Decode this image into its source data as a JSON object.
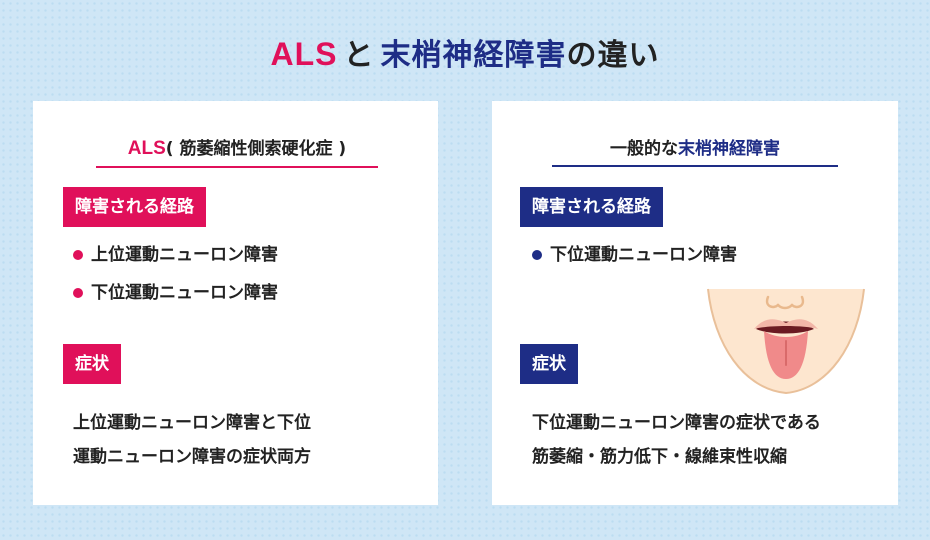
{
  "title": {
    "part1": "ALS",
    "part2": "と",
    "part3": "末梢神経障害",
    "part4": "の違い"
  },
  "colors": {
    "accent_pink": "#e0105a",
    "accent_navy": "#1e2d86"
  },
  "left": {
    "heading_highlight": "ALS",
    "heading_rest": "( 筋萎縮性側索硬化症 )",
    "route_tag": "障害される経路",
    "bullets": [
      "上位運動ニューロン障害",
      "下位運動ニューロン障害"
    ],
    "symptom_tag": "症状",
    "desc_lines": [
      "上位運動ニューロン障害と下位",
      "運動ニューロン障害の症状両方"
    ]
  },
  "right": {
    "heading_prefix": "一般的な",
    "heading_highlight": "末梢神経障害",
    "route_tag": "障害される経路",
    "bullets": [
      "下位運動ニューロン障害"
    ],
    "symptom_tag": "症状",
    "desc_lines": [
      "下位運動ニューロン障害の症状である",
      "筋萎縮・筋力低下・線維束性収縮"
    ]
  },
  "illustration": {
    "icon": "face-tongue-icon"
  }
}
